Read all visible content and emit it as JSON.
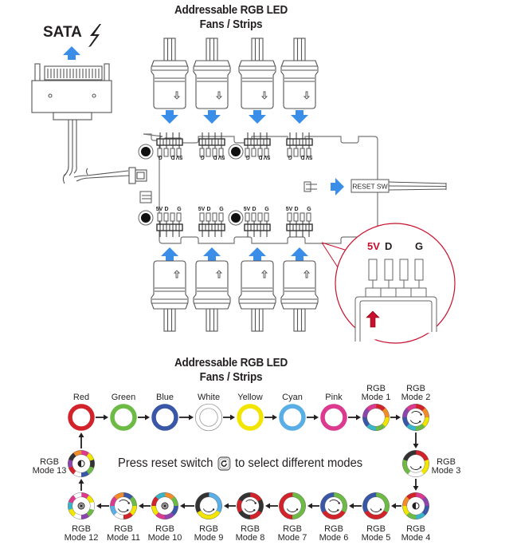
{
  "top": {
    "title_line1": "Addressable RGB LED",
    "title_line2": "Fans / Strips",
    "sata_label": "SATA",
    "reset_sw_label": "RESET SW",
    "header_top_pins": [
      "G",
      "",
      "D",
      "5V"
    ],
    "header_bottom_pins": [
      "5V",
      "D",
      "",
      "G"
    ],
    "zoom_pins": {
      "v5": "5V",
      "d": "D",
      "g": "G"
    },
    "colors": {
      "arrow": "#3b8ee8",
      "callout": "#c8102e",
      "line": "#555555"
    }
  },
  "bottom": {
    "title_line1": "Addressable RGB LED",
    "title_line2": "Fans / Strips",
    "instruction_before": "Press reset switch",
    "instruction_after": "to select different modes",
    "modes": [
      {
        "name": "red",
        "line1": "",
        "line2": "Red",
        "style": "solid",
        "colors": [
          "#d2232a"
        ]
      },
      {
        "name": "green",
        "line1": "",
        "line2": "Green",
        "style": "solid",
        "colors": [
          "#6dbb45"
        ]
      },
      {
        "name": "blue",
        "line1": "",
        "line2": "Blue",
        "style": "solid",
        "colors": [
          "#3a57a7"
        ]
      },
      {
        "name": "white",
        "line1": "",
        "line2": "White",
        "style": "white",
        "colors": [
          "#ffffff"
        ]
      },
      {
        "name": "yellow",
        "line1": "",
        "line2": "Yellow",
        "style": "solid",
        "colors": [
          "#f2e500"
        ]
      },
      {
        "name": "cyan",
        "line1": "",
        "line2": "Cyan",
        "style": "solid",
        "colors": [
          "#5aaee6"
        ]
      },
      {
        "name": "pink",
        "line1": "",
        "line2": "Pink",
        "style": "solid",
        "colors": [
          "#dc3a8f"
        ]
      },
      {
        "name": "rgb-mode-1",
        "line1": "RGB",
        "line2": "Mode 1",
        "style": "rainbow",
        "colors": [
          "#d2232a",
          "#f28c28",
          "#f2e500",
          "#6dbb45",
          "#3ab4c8",
          "#3a57a7",
          "#8e44ad",
          "#dc3a8f"
        ]
      },
      {
        "name": "rgb-mode-2",
        "line1": "RGB",
        "line2": "Mode 2",
        "style": "rainbow-spin",
        "colors": [
          "#d2232a",
          "#f28c28",
          "#f2e500",
          "#6dbb45",
          "#3ab4c8",
          "#3a57a7",
          "#8e44ad",
          "#dc3a8f"
        ]
      },
      {
        "name": "rgb-mode-3",
        "line1": "RGB",
        "line2": "Mode 3",
        "style": "segments-arc",
        "colors": [
          "#d2232a",
          "#f2e500",
          "#ffffff",
          "#6dbb45",
          "#333333"
        ]
      },
      {
        "name": "rgb-mode-4",
        "line1": "RGB",
        "line2": "Mode 4",
        "style": "rainbow-half",
        "colors": [
          "#dc3a8f",
          "#8e44ad",
          "#3a57a7",
          "#3ab4c8",
          "#6dbb45",
          "#f2e500",
          "#f28c28",
          "#d2232a"
        ]
      },
      {
        "name": "rgb-mode-5",
        "line1": "RGB",
        "line2": "Mode 5",
        "style": "segments-arc",
        "colors": [
          "#6dbb45",
          "#d2232a",
          "#3a57a7"
        ]
      },
      {
        "name": "rgb-mode-6",
        "line1": "RGB",
        "line2": "Mode 6",
        "style": "segments-spin",
        "colors": [
          "#6dbb45",
          "#d2232a",
          "#3a57a7"
        ]
      },
      {
        "name": "rgb-mode-7",
        "line1": "RGB",
        "line2": "Mode 7",
        "style": "segments-arc",
        "colors": [
          "#6dbb45",
          "#d2232a"
        ]
      },
      {
        "name": "rgb-mode-8",
        "line1": "RGB",
        "line2": "Mode 8",
        "style": "segments-spin",
        "colors": [
          "#d2232a",
          "#333333",
          "#d2232a",
          "#333333",
          "#d2232a",
          "#333333"
        ]
      },
      {
        "name": "rgb-mode-9",
        "line1": "RGB",
        "line2": "Mode 9",
        "style": "segments-arc",
        "colors": [
          "#5aaee6",
          "#f2e500",
          "#333333"
        ]
      },
      {
        "name": "rgb-mode-10",
        "line1": "RGB",
        "line2": "Mode 10",
        "style": "segments-burst",
        "colors": [
          "#f28c28",
          "#6dbb45",
          "#3a57a7",
          "#8e44ad",
          "#dc3a8f",
          "#f2e500",
          "#d2232a",
          "#3ab4c8"
        ]
      },
      {
        "name": "rgb-mode-11",
        "line1": "RGB",
        "line2": "Mode 11",
        "style": "segments-spin",
        "colors": [
          "#3a57a7",
          "#6dbb45",
          "#f2e500",
          "#d2232a",
          "#ffffff",
          "#5aaee6",
          "#dc3a8f",
          "#f28c28"
        ]
      },
      {
        "name": "rgb-mode-12",
        "line1": "RGB",
        "line2": "Mode 12",
        "style": "segments-burst",
        "colors": [
          "#dc3a8f",
          "#f2e500",
          "#ffffff",
          "#6dbb45",
          "#8e44ad",
          "#ffffff",
          "#f2e500",
          "#3ab4c8",
          "#dc3a8f",
          "#ffffff"
        ]
      },
      {
        "name": "rgb-mode-13",
        "line1": "RGB",
        "line2": "Mode 13",
        "style": "segments-half",
        "colors": [
          "#dc3a8f",
          "#f2e500",
          "#333333",
          "#6dbb45",
          "#3a57a7",
          "#ffffff",
          "#d2232a",
          "#8e44ad",
          "#333333",
          "#f28c28"
        ]
      }
    ]
  }
}
